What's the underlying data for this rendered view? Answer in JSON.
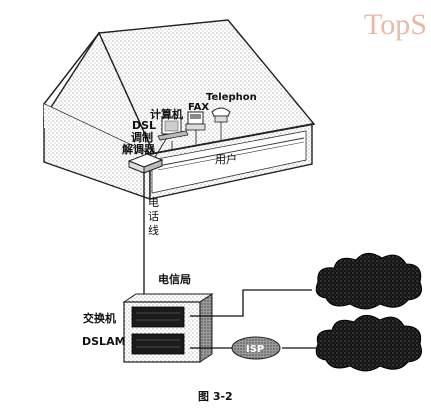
{
  "watermark": "TopS",
  "house": {
    "dsl_modem_label_1": "DSL",
    "dsl_modem_label_2": "调制",
    "dsl_modem_label_3": "解调器",
    "computer_label": "计算机",
    "fax_label": "FAX",
    "telephone_label": "Telephon",
    "user_label": "用户"
  },
  "phone_line_label": [
    "电",
    "话",
    "线"
  ],
  "central_office": {
    "title": "电信局",
    "switch_label": "交换机",
    "dslam_label": "DSLAM"
  },
  "isp_label": "ISP",
  "caption": "图 3-2"
}
